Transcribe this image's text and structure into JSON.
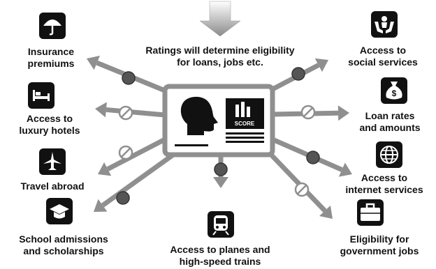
{
  "center_note": "Ratings will determine eligibility\nfor loans, jobs etc.",
  "score_label": "SCORE",
  "outcomes": [
    {
      "id": "insurance",
      "label": "Insurance\npremiums",
      "icon": "umbrella-icon",
      "connector": "dot"
    },
    {
      "id": "luxury-hotels",
      "label": "Access to\nluxury hotels",
      "icon": "bed-icon",
      "connector": "ban"
    },
    {
      "id": "travel-abroad",
      "label": "Travel abroad",
      "icon": "airplane-icon",
      "connector": "ban"
    },
    {
      "id": "school",
      "label": "School admissions\nand scholarships",
      "icon": "graduation-cap-icon",
      "connector": "dot"
    },
    {
      "id": "trains",
      "label": "Access to planes and\nhigh-speed trains",
      "icon": "train-icon",
      "connector": "dot"
    },
    {
      "id": "government-jobs",
      "label": "Eligibility for\ngovernment jobs",
      "icon": "briefcase-icon",
      "connector": "ban"
    },
    {
      "id": "internet",
      "label": "Access to\ninternet services",
      "icon": "globe-icon",
      "connector": "dot"
    },
    {
      "id": "loans",
      "label": "Loan rates\nand amounts",
      "icon": "money-bag-icon",
      "connector": "ban"
    },
    {
      "id": "social-services",
      "label": "Access to\nsocial services",
      "icon": "hands-person-icon",
      "connector": "dot"
    }
  ]
}
